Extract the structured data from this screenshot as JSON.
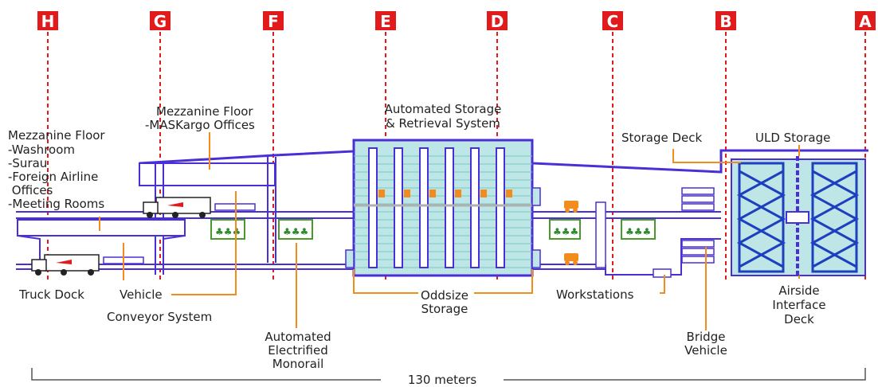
{
  "colors": {
    "structure": "#4b2fd6",
    "storage_fill": "#bfe6e6",
    "asrs_grid": "#79c9c0",
    "leader": "#f28c1c",
    "column_box": "#e11b1b",
    "column_line": "#e11b1b",
    "conveyor_green": "#4a9a2a",
    "workstation_green": "#2e8b2e",
    "rack": "#1e3fbf",
    "text": "#222222"
  },
  "columns": [
    "H",
    "G",
    "F",
    "E",
    "D",
    "C",
    "B",
    "A"
  ],
  "labels": {
    "mezz_left": [
      "Mezzanine Floor",
      "-Washroom",
      "-Surau",
      "-Foreign Airline",
      " Offices",
      "-Meeting Rooms"
    ],
    "mezz_masgargo": [
      "Mezzanine Floor",
      "-MASKargo Offices"
    ],
    "asrs": [
      "Automated Storage",
      "& Retrieval System"
    ],
    "storage_deck": "Storage Deck",
    "uld_storage": "ULD Storage",
    "truck_dock": "Truck Dock",
    "vehicle": "Vehicle",
    "conveyor_system": "Conveyor System",
    "monorail": [
      "Automated",
      "Electrified",
      "Monorail"
    ],
    "oddsize": [
      "Oddsize",
      "Storage"
    ],
    "workstations": "Workstations",
    "airside": [
      "Airside",
      "Interface",
      "Deck"
    ],
    "bridge_vehicle": [
      "Bridge",
      "Vehicle"
    ],
    "length": "130 meters"
  }
}
